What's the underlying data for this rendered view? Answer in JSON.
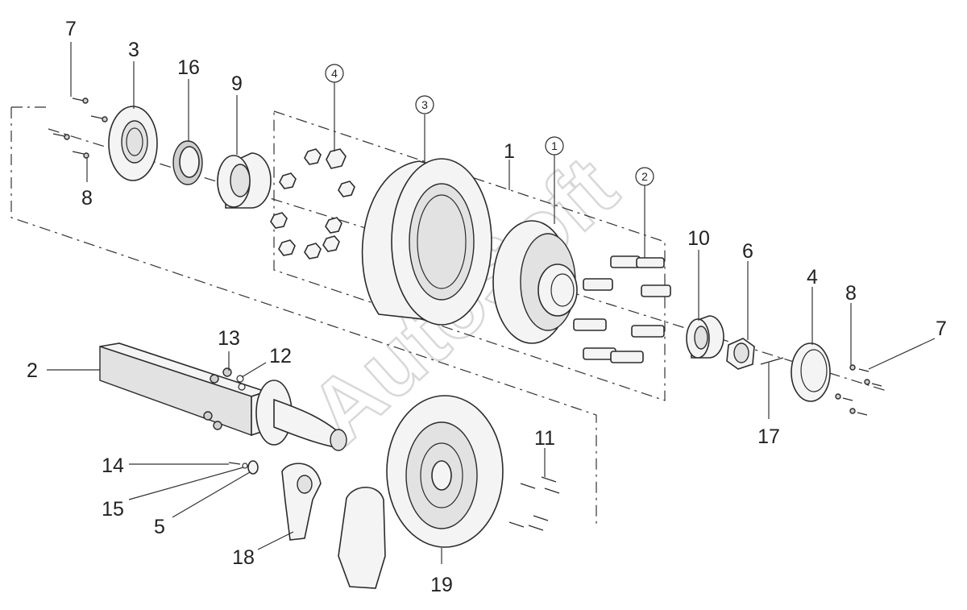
{
  "watermark": "AutoSoft",
  "callouts": [
    "7",
    "3",
    "16",
    "9",
    "8",
    "1",
    "10",
    "6",
    "4",
    "8",
    "7",
    "17",
    "2",
    "13",
    "12",
    "11",
    "14",
    "15",
    "5",
    "18",
    "19"
  ],
  "circled_callouts": [
    "4",
    "3",
    "1",
    "2"
  ]
}
